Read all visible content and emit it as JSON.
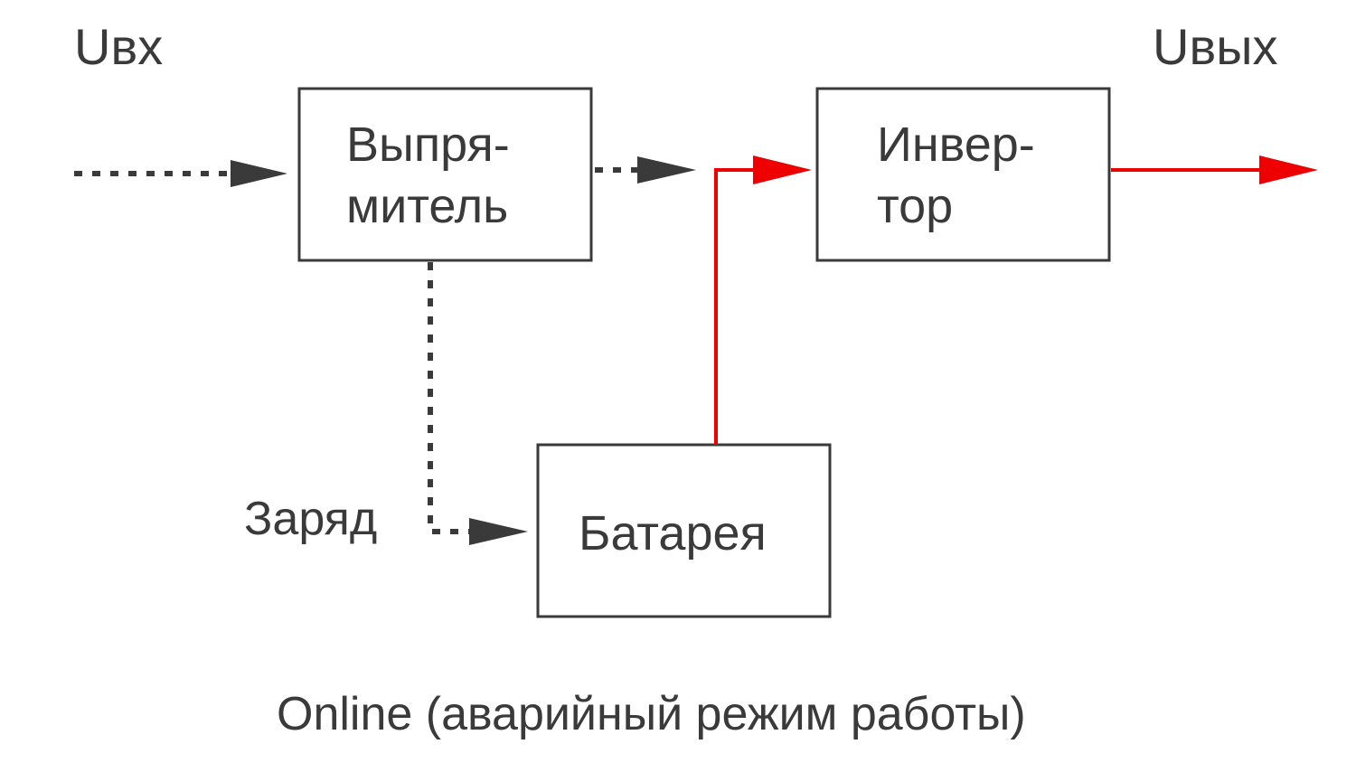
{
  "labels": {
    "input": "Uвх",
    "output": "Uвых",
    "charge": "Заряд",
    "caption": "Online (аварийный режим работы)"
  },
  "blocks": {
    "rectifier": {
      "line1": "Выпря-",
      "line2": "митель"
    },
    "inverter": {
      "line1": "Инвер-",
      "line2": "тор"
    },
    "battery": {
      "label": "Батарея"
    }
  },
  "colors": {
    "line": "#3a3a3a",
    "active": "#ee0000",
    "box_border": "#3a3a3a"
  }
}
